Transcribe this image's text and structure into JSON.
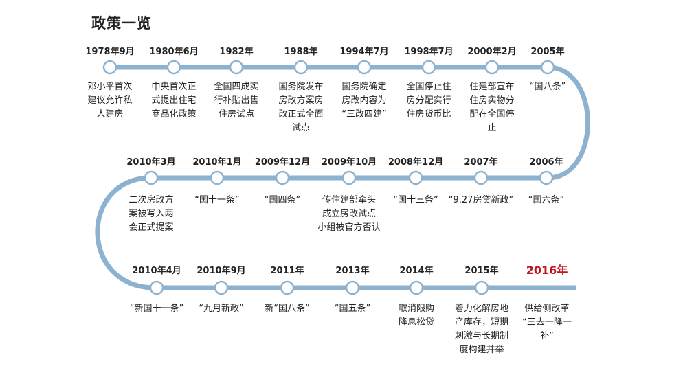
{
  "title": "政策一览",
  "rows": [
    [
      {
        "date": "1978年9月",
        "text": "邓小平首次\n建议允许私\n人建房"
      },
      {
        "date": "1980年6月",
        "text": "中央首次正\n式提出住宅\n商品化政策"
      },
      {
        "date": "1982年",
        "text": "全国四成实\n行补贴出售\n住房试点"
      },
      {
        "date": "1988年",
        "text": "国务院发布\n房改方案房\n改正式全面\n试点"
      },
      {
        "date": "1994年7月",
        "text": "国务院确定\n房改内容为\n“三改四建”"
      },
      {
        "date": "1998年7月",
        "text": "全国停止住\n房分配实行\n住房货币比"
      },
      {
        "date": "2000年2月",
        "text": "住建部宣布\n住房实物分\n配在全国停\n止"
      },
      {
        "date": "2005年",
        "text": "“国八条”"
      }
    ],
    [
      {
        "date": "2010年3月",
        "text": "二次房改方\n案被写入两\n会正式提案"
      },
      {
        "date": "2010年1月",
        "text": "“国十一条”"
      },
      {
        "date": "2009年12月",
        "text": "“国四条”"
      },
      {
        "date": "2009年10月",
        "text": "传住建部牵头\n成立房改试点\n小组被官方否认"
      },
      {
        "date": "2008年12月",
        "text": "“国十三条”"
      },
      {
        "date": "2007年",
        "text": "“9.27房贷新政”"
      },
      {
        "date": "2006年",
        "text": "“国六条”"
      }
    ],
    [
      {
        "date": "2010年4月",
        "text": "“新国十一条”"
      },
      {
        "date": "2010年9月",
        "text": "“九月新政”"
      },
      {
        "date": "2011年",
        "text": "新“国八条”"
      },
      {
        "date": "2013年",
        "text": "“国五条”"
      },
      {
        "date": "2014年",
        "text": "取消限购\n降息松贷"
      },
      {
        "date": "2015年",
        "text": "着力化解房地\n产库存，短期\n刺激与长期制\n度构建并举"
      },
      {
        "date": "2016年",
        "text": "供给侧改革\n“三去一降一\n补”",
        "highlight": true
      }
    ]
  ],
  "colors": {
    "line": "#8db2cf",
    "node_fill": "#ffffff",
    "highlight": "#c0171d"
  }
}
